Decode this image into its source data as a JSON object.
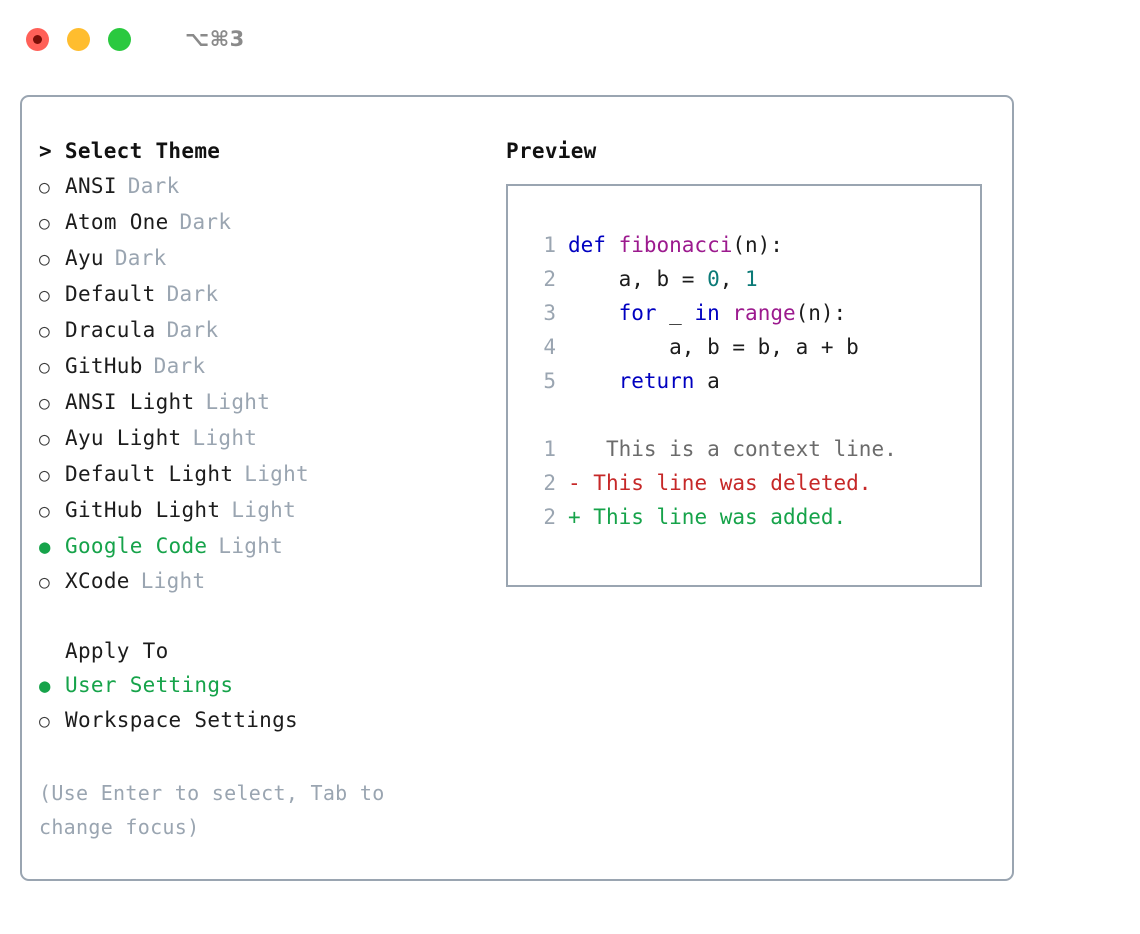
{
  "window": {
    "title": "⌥⌘3",
    "traffic_lights": [
      {
        "name": "close",
        "color": "#ff6058"
      },
      {
        "name": "minimize",
        "color": "#ffbd2e"
      },
      {
        "name": "maximize",
        "color": "#2ac93f"
      }
    ]
  },
  "theme_picker": {
    "header": "> Select Theme",
    "bullet_selected": "●",
    "bullet_unselected": "○",
    "options": [
      {
        "label": "ANSI",
        "tag": "Dark",
        "selected": false
      },
      {
        "label": "Atom One",
        "tag": "Dark",
        "selected": false
      },
      {
        "label": "Ayu",
        "tag": "Dark",
        "selected": false
      },
      {
        "label": "Default",
        "tag": "Dark",
        "selected": false
      },
      {
        "label": "Dracula",
        "tag": "Dark",
        "selected": false
      },
      {
        "label": "GitHub",
        "tag": "Dark",
        "selected": false
      },
      {
        "label": "ANSI Light",
        "tag": "Light",
        "selected": false
      },
      {
        "label": "Ayu Light",
        "tag": "Light",
        "selected": false
      },
      {
        "label": "Default Light",
        "tag": "Light",
        "selected": false
      },
      {
        "label": "GitHub Light",
        "tag": "Light",
        "selected": false
      },
      {
        "label": "Google Code",
        "tag": "Light",
        "selected": true
      },
      {
        "label": "XCode",
        "tag": "Light",
        "selected": false
      }
    ]
  },
  "apply_to": {
    "header": "Apply To",
    "options": [
      {
        "label": "User Settings",
        "selected": true
      },
      {
        "label": "Workspace Settings",
        "selected": false
      }
    ]
  },
  "hint": "(Use Enter to select, Tab to change focus)",
  "preview": {
    "header": "Preview",
    "code_lines": [
      {
        "no": "1",
        "tokens": [
          {
            "t": "def ",
            "c": "kw"
          },
          {
            "t": "fibonacci",
            "c": "fn"
          },
          {
            "t": "(n):",
            "c": "plain"
          }
        ]
      },
      {
        "no": "2",
        "tokens": [
          {
            "t": "    a, b = ",
            "c": "plain"
          },
          {
            "t": "0",
            "c": "num"
          },
          {
            "t": ", ",
            "c": "plain"
          },
          {
            "t": "1",
            "c": "num"
          }
        ]
      },
      {
        "no": "3",
        "tokens": [
          {
            "t": "    ",
            "c": "plain"
          },
          {
            "t": "for",
            "c": "kw"
          },
          {
            "t": " _ ",
            "c": "plain"
          },
          {
            "t": "in",
            "c": "kw"
          },
          {
            "t": " ",
            "c": "plain"
          },
          {
            "t": "range",
            "c": "fn"
          },
          {
            "t": "(n):",
            "c": "plain"
          }
        ]
      },
      {
        "no": "4",
        "tokens": [
          {
            "t": "        a, b = b, a + b",
            "c": "plain"
          }
        ]
      },
      {
        "no": "5",
        "tokens": [
          {
            "t": "    ",
            "c": "plain"
          },
          {
            "t": "return",
            "c": "kw"
          },
          {
            "t": " a",
            "c": "plain"
          }
        ]
      }
    ],
    "diff_lines": [
      {
        "no": "1",
        "marker": " ",
        "text": "  This is a context line.",
        "kind": "ctx"
      },
      {
        "no": "2",
        "marker": "-",
        "text": " This line was deleted.",
        "kind": "del"
      },
      {
        "no": "2",
        "marker": "+",
        "text": " This line was added.",
        "kind": "add"
      }
    ]
  },
  "colors": {
    "border": "#9aa5b1",
    "accent_green": "#16a34a",
    "muted": "#9aa5b1",
    "keyword": "#0000c0",
    "function": "#9c1a8e",
    "number": "#0b7a77",
    "diff_delete": "#c62828",
    "diff_add": "#16a34a"
  }
}
